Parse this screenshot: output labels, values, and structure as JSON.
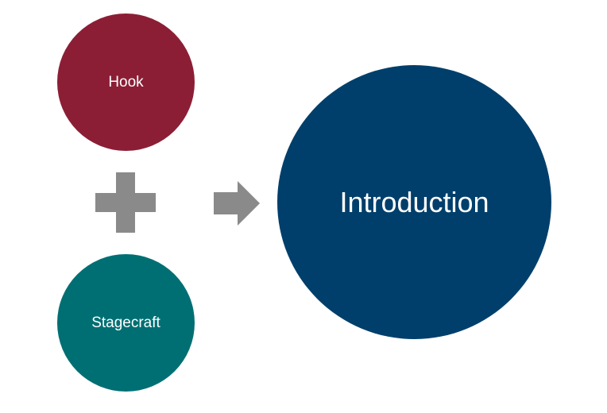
{
  "diagram": {
    "inputs": [
      {
        "label": "Hook",
        "color": "#8B1E35"
      },
      {
        "label": "Stagecraft",
        "color": "#006F73"
      }
    ],
    "operator": {
      "icon": "plus-icon",
      "color": "#8A8A8A"
    },
    "connector": {
      "icon": "arrow-right-icon",
      "color": "#8A8A8A"
    },
    "result": {
      "label": "Introduction",
      "color": "#003F6B"
    }
  }
}
